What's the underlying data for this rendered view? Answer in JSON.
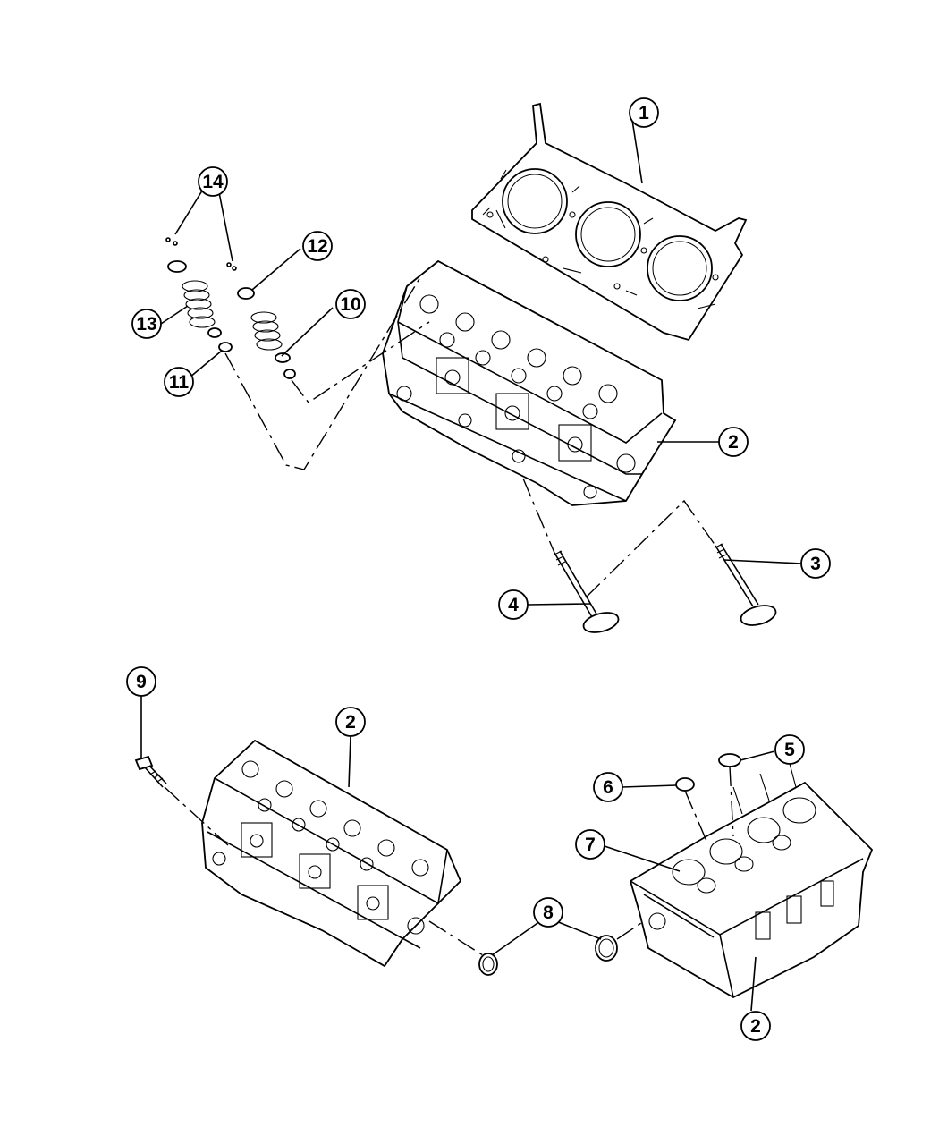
{
  "diagram": {
    "callouts": [
      {
        "id": "c1",
        "label": "1"
      },
      {
        "id": "c2a",
        "label": "2"
      },
      {
        "id": "c3",
        "label": "3"
      },
      {
        "id": "c4",
        "label": "4"
      },
      {
        "id": "c9",
        "label": "9"
      },
      {
        "id": "c2b",
        "label": "2"
      },
      {
        "id": "c5",
        "label": "5"
      },
      {
        "id": "c6",
        "label": "6"
      },
      {
        "id": "c7",
        "label": "7"
      },
      {
        "id": "c8",
        "label": "8"
      },
      {
        "id": "c2c",
        "label": "2"
      },
      {
        "id": "c10",
        "label": "10"
      },
      {
        "id": "c11",
        "label": "11"
      },
      {
        "id": "c12",
        "label": "12"
      },
      {
        "id": "c13",
        "label": "13"
      },
      {
        "id": "c14",
        "label": "14"
      }
    ]
  }
}
